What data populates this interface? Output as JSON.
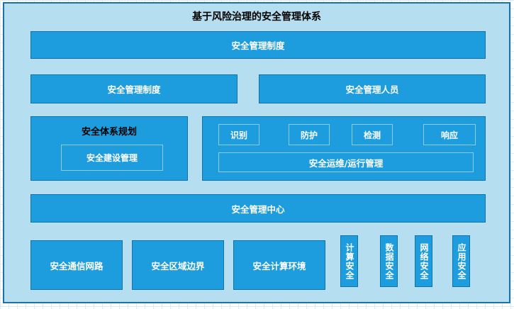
{
  "diagram": {
    "title": "基于风险治理的安全管理体系",
    "top_bar": "安全管理制度",
    "row2": {
      "left": "安全管理制度",
      "right": "安全管理人员"
    },
    "planning_group": {
      "title": "安全体系规划",
      "inner": "安全建设管理"
    },
    "operations_group": {
      "steps": [
        "识别",
        "防护",
        "检测",
        "响应"
      ],
      "bar": "安全运维/运行管理"
    },
    "management_center": "安全管理中心",
    "bottom_row": {
      "wide": [
        "安全通信网路",
        "安全区域边界",
        "安全计算环境"
      ],
      "vertical": [
        "计算安全",
        "数据安全",
        "网络安全",
        "应用安全"
      ]
    },
    "colors": {
      "canvas_bg": "#b5def0",
      "box_fill": "#1e9dde",
      "box_border": "#1272ac",
      "inner_border": "#8fcbec",
      "title_text": "#000000",
      "box_text": "#ffffff"
    }
  }
}
